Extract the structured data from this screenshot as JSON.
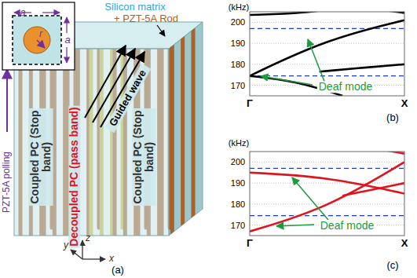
{
  "diagram": {
    "labels": [
      "a",
      "r",
      "a",
      "Silicon matrix",
      "+ PZT-5A Rod",
      "PZT-5A polling",
      "Coupled PC (Stop band)",
      "Decoupled PC (pass band)",
      "Guided wave",
      "Coupled PC (Stop band)",
      "z",
      "y",
      "x",
      "(a)",
      "(kHz)",
      "200",
      "190",
      "180",
      "170",
      "Γ",
      "X",
      "Deaf mode",
      "(b)",
      "(kHz)",
      "200",
      "190",
      "180",
      "170",
      "Γ",
      "X",
      "Deaf mode",
      "(c)"
    ]
  }
}
